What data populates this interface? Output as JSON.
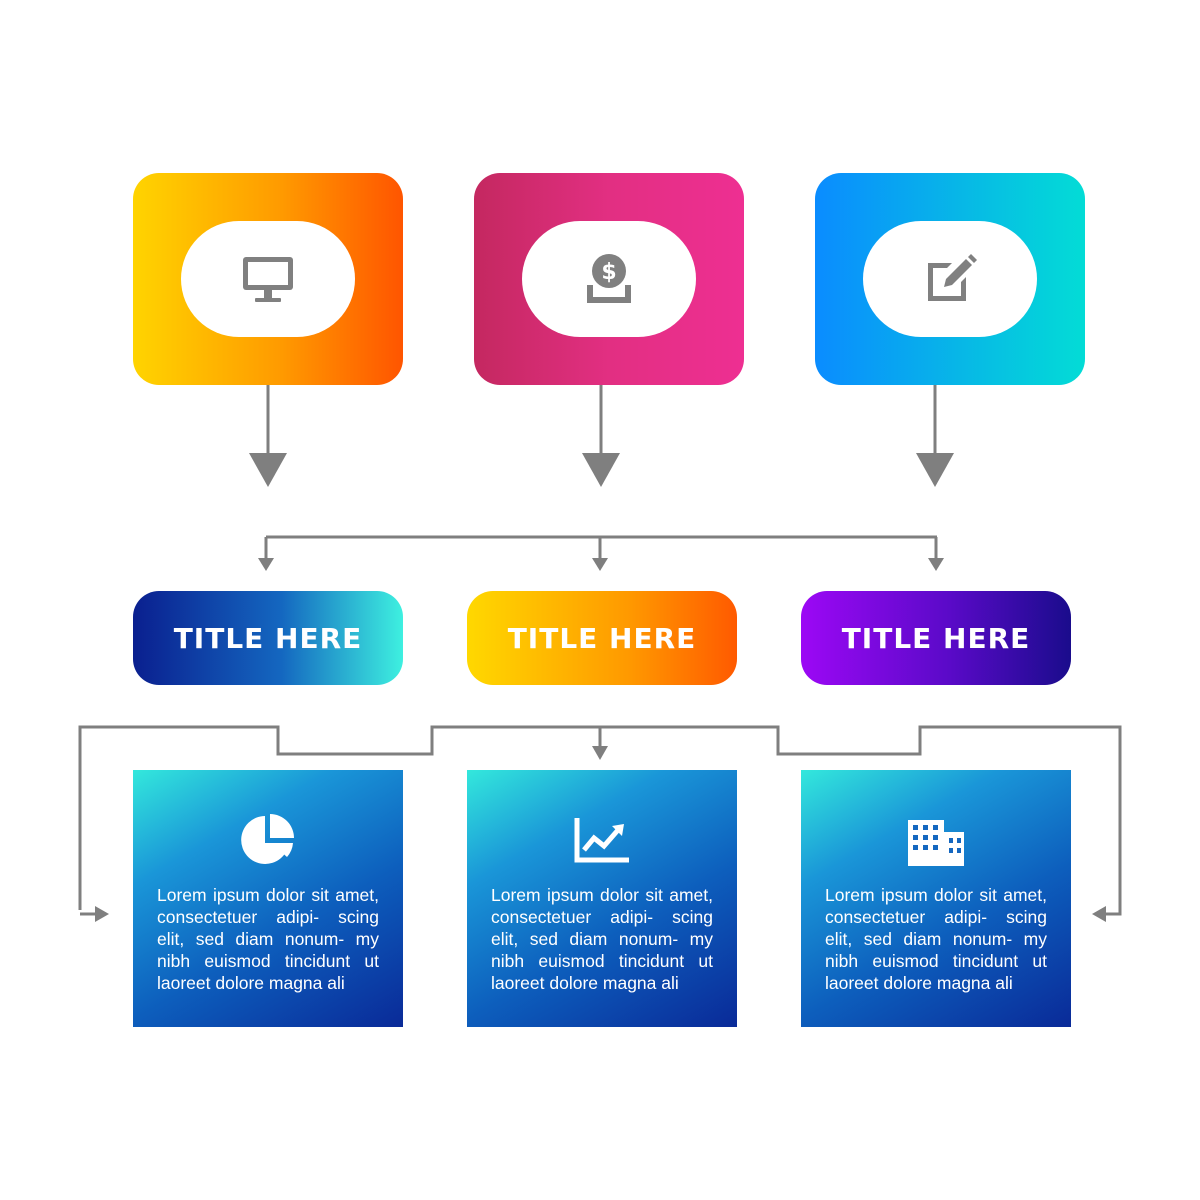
{
  "colors": {
    "connector": "#7f7f7f",
    "icon_gray": "#808080",
    "text_white": "#ffffff"
  },
  "top_cards": [
    {
      "icon": "monitor-icon"
    },
    {
      "icon": "dollar-coin-icon"
    },
    {
      "icon": "edit-icon"
    }
  ],
  "titles": [
    {
      "label": "TITLE HERE"
    },
    {
      "label": "TITLE HERE"
    },
    {
      "label": "TITLE HERE"
    }
  ],
  "info_boxes": [
    {
      "icon": "pie-chart-icon",
      "text": "Lorem ipsum dolor sit amet, consectetuer adipi- scing elit, sed diam nonum- my nibh euismod tincidunt ut laoreet dolore magna ali"
    },
    {
      "icon": "line-chart-icon",
      "text": "Lorem ipsum dolor sit amet, consectetuer adipi- scing elit, sed diam nonum- my nibh euismod tincidunt ut laoreet dolore magna ali"
    },
    {
      "icon": "buildings-icon",
      "text": "Lorem ipsum dolor sit amet, consectetuer adipi- scing elit, sed diam nonum- my nibh euismod tincidunt ut laoreet dolore magna ali"
    }
  ]
}
